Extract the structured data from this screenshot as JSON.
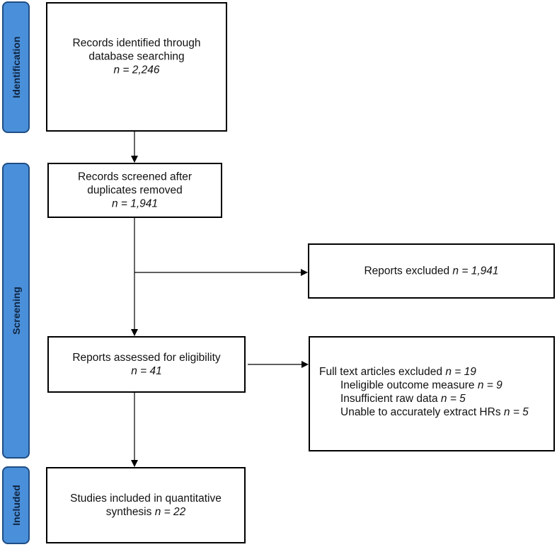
{
  "stages": {
    "identification": "Identification",
    "screening": "Screening",
    "included": "Included"
  },
  "boxes": {
    "identified": {
      "line1": "Records identified through",
      "line2": "database searching",
      "count": "n = 2,246"
    },
    "screened": {
      "line1": "Records screened after",
      "line2": "duplicates removed",
      "count": "n = 1,941"
    },
    "excluded_reports": {
      "label": "Reports excluded",
      "count": "n = 1,941"
    },
    "eligibility": {
      "line1": "Reports assessed for eligibility",
      "count": "n = 41"
    },
    "fulltext_excluded": {
      "title": "Full text articles excluded",
      "count": "n = 19",
      "reasons": [
        {
          "label": "Ineligible outcome measure",
          "count": "n = 9"
        },
        {
          "label": "Insufficient raw data",
          "count": "n = 5"
        },
        {
          "label": "Unable to accurately extract HRs",
          "count": "n = 5"
        }
      ]
    },
    "included_studies": {
      "line1": "Studies included in quantitative",
      "line2": "synthesis",
      "count": "n = 22"
    }
  },
  "colors": {
    "stage_fill": "#4a8fd9",
    "stage_border": "#1f4e85",
    "box_border": "#000000"
  }
}
